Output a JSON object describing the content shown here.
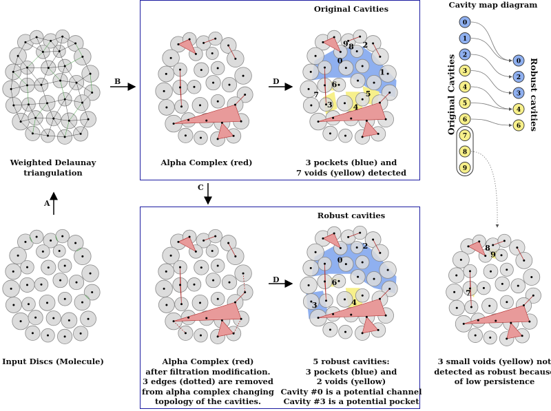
{
  "labels": {
    "delaunay": [
      "Weighted Delaunay",
      "triangulation"
    ],
    "input": [
      "Input Discs (Molecule)"
    ],
    "alpha_top": [
      "Alpha Complex (red)"
    ],
    "original_desc": [
      "3 pockets (blue) and",
      "7 voids (yellow) detected"
    ],
    "alpha_bottom": [
      "Alpha Complex (red)",
      "after filtration modification.",
      "3 edges (dotted) are removed",
      "from alpha complex changing",
      "topology of the cavities."
    ],
    "robust_desc": [
      "5 robust cavities:",
      "3 pockets (blue) and",
      "2 voids (yellow)",
      "Cavity #0 is a potential channel",
      "Cavity #3 is a potential pocket"
    ],
    "small_voids": [
      "3 small voids (yellow) not",
      "detected as robust because",
      "of low persistence"
    ]
  },
  "titles": {
    "original": "Original Cavities",
    "robust": "Robust cavities",
    "map": "Cavity map diagram",
    "map_left": "Original Cavities",
    "map_right": "Robust cavities"
  },
  "arrows": {
    "a": "A",
    "b": "B",
    "c": "C",
    "d1": "D",
    "d2": "D"
  },
  "cavity_map": {
    "original": [
      {
        "id": "0",
        "type": "pocket"
      },
      {
        "id": "1",
        "type": "pocket"
      },
      {
        "id": "2",
        "type": "pocket"
      },
      {
        "id": "3",
        "type": "void"
      },
      {
        "id": "4",
        "type": "void"
      },
      {
        "id": "5",
        "type": "void"
      },
      {
        "id": "6",
        "type": "void"
      },
      {
        "id": "7",
        "type": "void"
      },
      {
        "id": "8",
        "type": "void"
      },
      {
        "id": "9",
        "type": "void"
      }
    ],
    "robust": [
      {
        "id": "0",
        "type": "pocket"
      },
      {
        "id": "2",
        "type": "pocket"
      },
      {
        "id": "3",
        "type": "pocket"
      },
      {
        "id": "4",
        "type": "void"
      },
      {
        "id": "6",
        "type": "void"
      }
    ],
    "mapping": [
      [
        "0",
        "0"
      ],
      [
        "1",
        "0"
      ],
      [
        "2",
        "2"
      ],
      [
        "3",
        "3"
      ],
      [
        "4",
        "4"
      ],
      [
        "5",
        "4"
      ],
      [
        "6",
        "6"
      ]
    ]
  },
  "cavity_labels": {
    "original": [
      "0",
      "1",
      "2",
      "3",
      "4",
      "5",
      "6",
      "7",
      "8",
      "9"
    ],
    "robust": [
      "0",
      "2",
      "3",
      "4",
      "6"
    ],
    "small": [
      "7",
      "8",
      "9"
    ]
  },
  "colors": {
    "pocket": "#8fb0f0",
    "void": "#f7f08a",
    "alpha": "#e89a9a",
    "frame": "#1a1aa0",
    "disc": "#dcdcdc"
  }
}
